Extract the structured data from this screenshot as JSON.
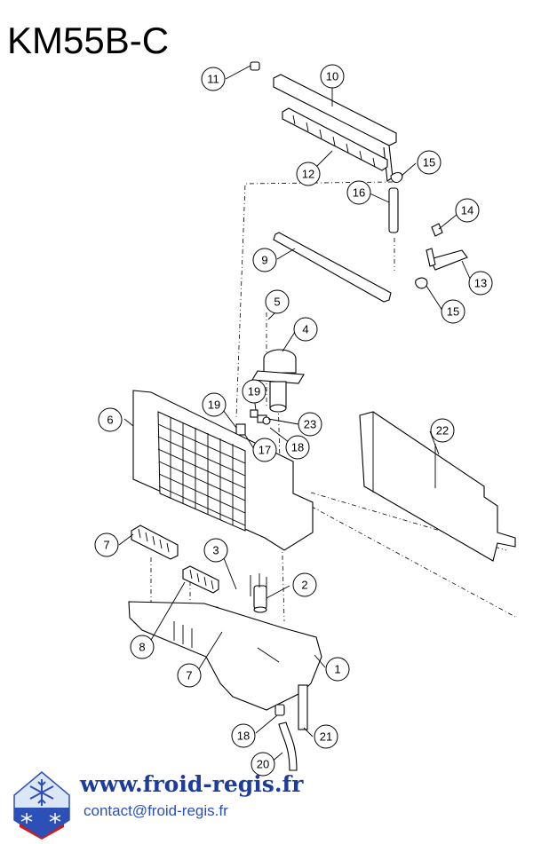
{
  "title": "KM55B-C",
  "footer": {
    "url": "www.froid-regis.fr",
    "contact": "contact@froid-regis.fr"
  },
  "colors": {
    "url_color": "#1d3c9e",
    "contact_color": "#2a4fc0",
    "logo_blue": "#2d4fb8",
    "logo_red": "#d11a1a"
  },
  "callouts": [
    {
      "id": "c11",
      "label": "11"
    },
    {
      "id": "c10",
      "label": "10"
    },
    {
      "id": "c12",
      "label": "12"
    },
    {
      "id": "c15a",
      "label": "15"
    },
    {
      "id": "c16",
      "label": "16"
    },
    {
      "id": "c14",
      "label": "14"
    },
    {
      "id": "c9",
      "label": "9"
    },
    {
      "id": "c13",
      "label": "13"
    },
    {
      "id": "c15b",
      "label": "15"
    },
    {
      "id": "c5",
      "label": "5"
    },
    {
      "id": "c4",
      "label": "4"
    },
    {
      "id": "c6",
      "label": "6"
    },
    {
      "id": "c19a",
      "label": "19"
    },
    {
      "id": "c19b",
      "label": "19"
    },
    {
      "id": "c23",
      "label": "23"
    },
    {
      "id": "c17",
      "label": "17"
    },
    {
      "id": "c18a",
      "label": "18"
    },
    {
      "id": "c22",
      "label": "22"
    },
    {
      "id": "c7a",
      "label": "7"
    },
    {
      "id": "c3",
      "label": "3"
    },
    {
      "id": "c2",
      "label": "2"
    },
    {
      "id": "c8",
      "label": "8"
    },
    {
      "id": "c1",
      "label": "1"
    },
    {
      "id": "c7b",
      "label": "7"
    },
    {
      "id": "c18b",
      "label": "18"
    },
    {
      "id": "c21",
      "label": "21"
    },
    {
      "id": "c20",
      "label": "20"
    }
  ]
}
